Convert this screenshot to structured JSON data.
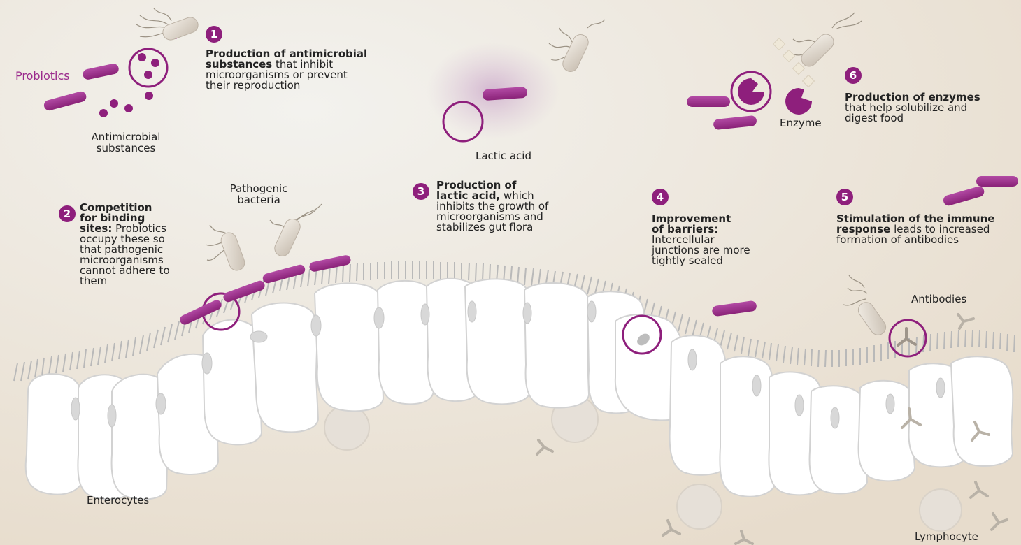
{
  "colors": {
    "accent": "#8e1f7c",
    "probiotic": "#9a2f8c",
    "cell": "#ffffff",
    "background": "#ece4d9"
  },
  "labels": {
    "probiotics": "Probiotics",
    "antimicrobial_line1": "Antimicrobial",
    "antimicrobial_line2": "substances",
    "lactic_acid": "Lactic acid",
    "enzyme": "Enzyme",
    "pathogenic_line1": "Pathogenic",
    "pathogenic_line2": "bacteria",
    "antibodies": "Antibodies",
    "enterocytes": "Enterocytes",
    "lymphocyte": "Lymphocyte"
  },
  "steps": [
    {
      "num": "1",
      "bold_lines": [
        "Production of antimicrobial",
        "substances"
      ],
      "tail": " that inhibit",
      "rest": [
        "microorganisms or prevent",
        "their reproduction"
      ]
    },
    {
      "num": "2",
      "bold_lines": [
        "Competition",
        "for binding",
        "sites:"
      ],
      "tail": " Probiotics",
      "rest": [
        "occupy these so",
        "that pathogenic",
        "microorganisms",
        "cannot adhere to",
        "them"
      ]
    },
    {
      "num": "3",
      "bold_lines": [
        "Production of",
        "lactic acid,"
      ],
      "tail": " which",
      "rest": [
        "inhibits the growth of",
        "microorganisms and",
        "stabilizes gut flora"
      ]
    },
    {
      "num": "4",
      "bold_lines": [
        "Improvement",
        "of barriers:"
      ],
      "tail": "",
      "rest": [
        "Intercellular",
        "junctions are more",
        "tightly sealed"
      ]
    },
    {
      "num": "5",
      "bold_lines": [
        "Stimulation of the immune",
        "response"
      ],
      "tail": " leads to increased",
      "rest": [
        "formation of antibodies"
      ]
    },
    {
      "num": "6",
      "bold_lines": [
        "Production of enzymes"
      ],
      "tail": "",
      "rest": [
        "that help solubilize and",
        "digest food"
      ]
    }
  ]
}
